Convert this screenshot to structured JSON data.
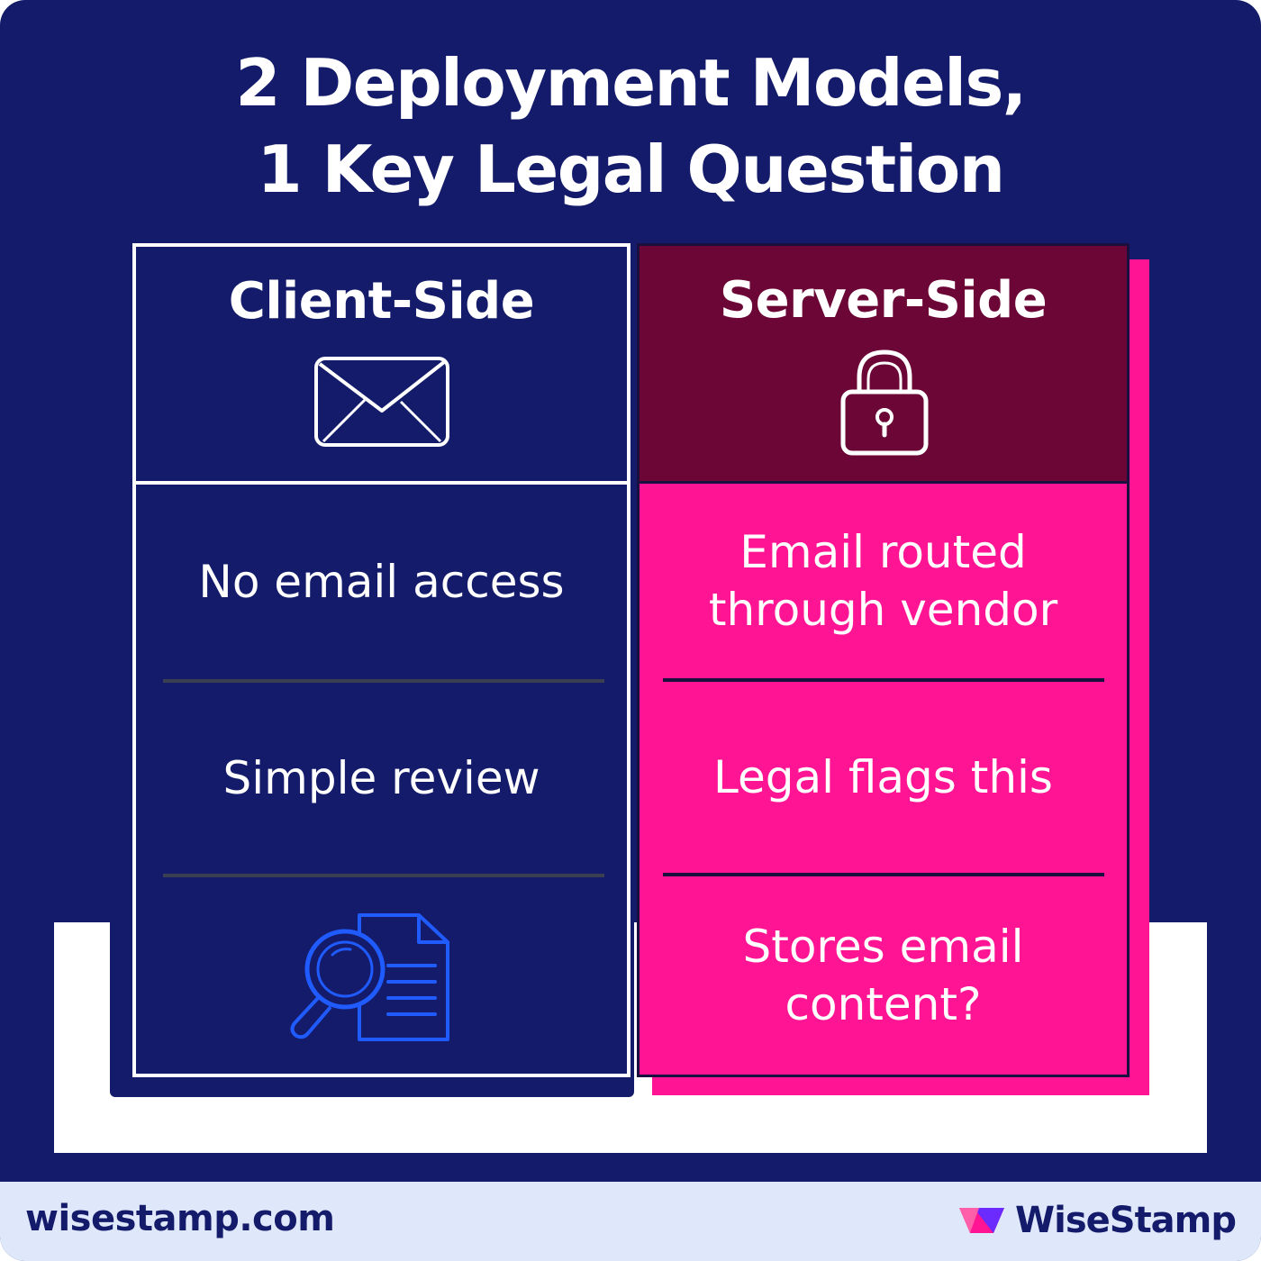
{
  "title": {
    "line1": "2 Deployment Models,",
    "line2": "1 Key Legal Question"
  },
  "columns": [
    {
      "heading": "Client-Side",
      "icon": "envelope-icon",
      "rows": [
        "No email access",
        "Simple review"
      ],
      "footer_icon": "magnifier-document-icon"
    },
    {
      "heading": "Server-Side",
      "icon": "padlock-icon",
      "rows": [
        "Email routed through vendor",
        "Legal flags this",
        "Stores email content?"
      ]
    }
  ],
  "footer": {
    "url": "wisestamp.com",
    "brand": "WiseStamp",
    "brand_icon": "wisestamp-logo-icon"
  },
  "colors": {
    "navy": "#141b6a",
    "pink": "#ff1493",
    "maroon": "#6b0636",
    "footer_bg": "#dfe8fb",
    "icon_blue": "#1f5bff"
  }
}
